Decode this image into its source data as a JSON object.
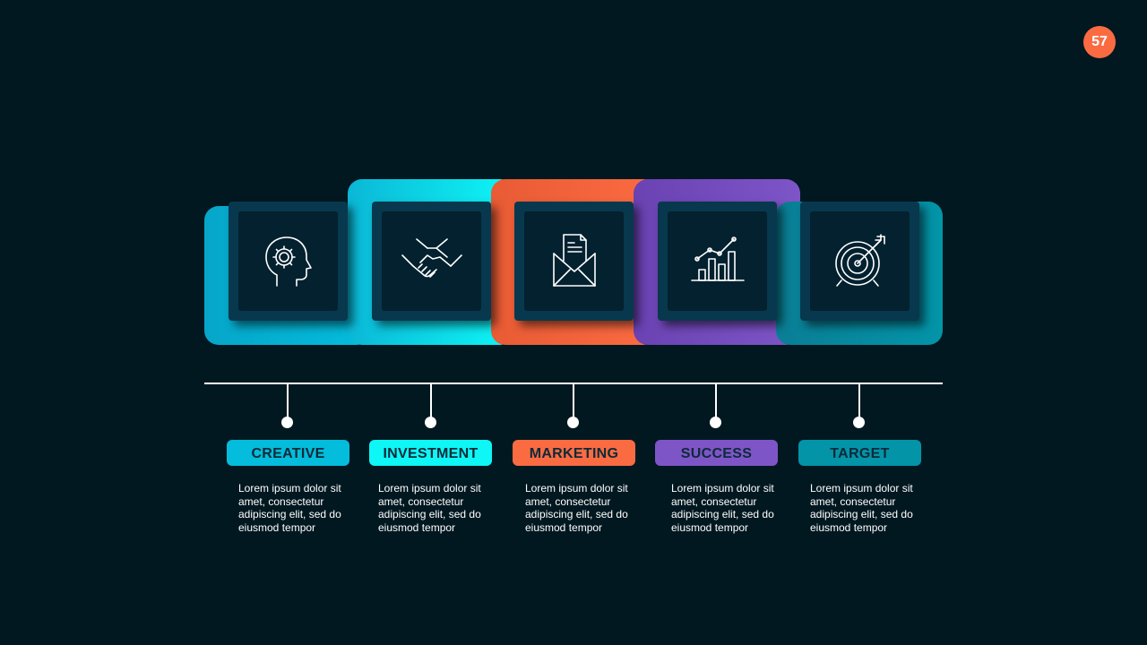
{
  "page_number": "57",
  "steps": [
    {
      "title": "CREATIVE",
      "icon": "head-gear-icon",
      "color": "#04BCDB",
      "description": "Lorem ipsum dolor sit amet, consectetur adipiscing elit, sed do eiusmod tempor"
    },
    {
      "title": "INVESTMENT",
      "icon": "handshake-icon",
      "color": "#0EF6F6",
      "description": "Lorem ipsum dolor sit amet, consectetur adipiscing elit, sed do eiusmod tempor"
    },
    {
      "title": "MARKETING",
      "icon": "envelope-letter-icon",
      "color": "#FB6B42",
      "description": "Lorem ipsum dolor sit amet, consectetur adipiscing elit, sed do eiusmod tempor"
    },
    {
      "title": "SUCCESS",
      "icon": "growth-chart-icon",
      "color": "#7E55C7",
      "description": "Lorem ipsum dolor sit amet, consectetur adipiscing elit, sed do eiusmod tempor"
    },
    {
      "title": "TARGET",
      "icon": "target-arrow-icon",
      "color": "#0394A8",
      "description": "Lorem ipsum dolor sit amet, consectetur adipiscing elit, sed do eiusmod tempor"
    }
  ]
}
